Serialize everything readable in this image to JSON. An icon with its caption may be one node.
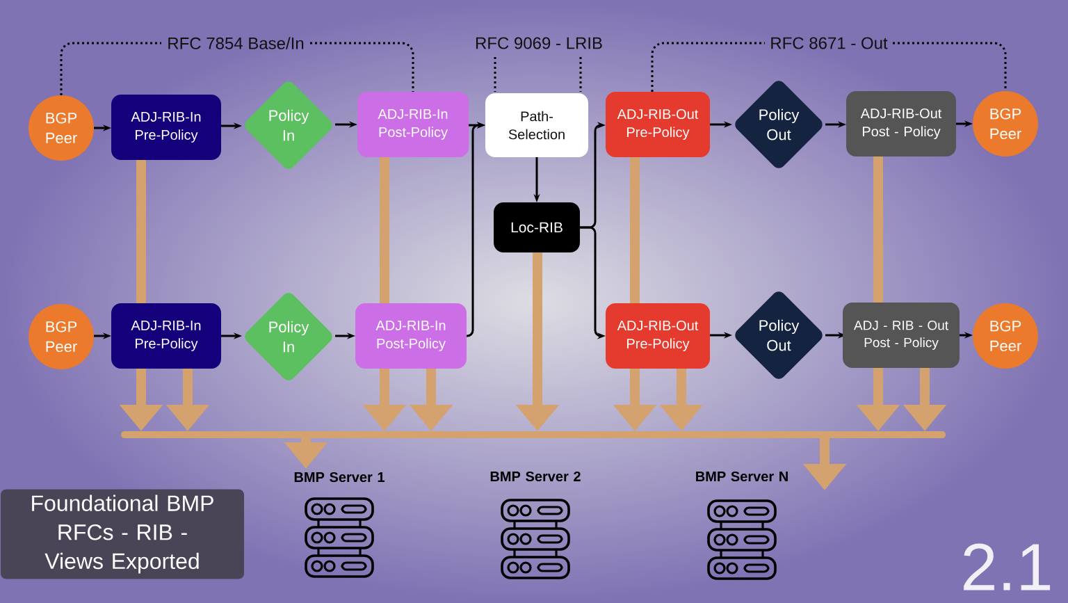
{
  "diagram": {
    "nodes": [
      {
        "text": [
          "BGP Peer"
        ]
      },
      {
        "text": [
          "ADJ-RIB-In Pre-Policy"
        ]
      },
      {
        "text": [
          "Policy In"
        ]
      },
      {
        "text": [
          "ADJ-RIB-In Post-Policy"
        ]
      },
      {
        "text": [
          "Path- Selection"
        ]
      },
      {
        "text": [
          "ADJ-RIB-Out Pre-Policy"
        ]
      },
      {
        "text": [
          "Policy Out"
        ]
      },
      {
        "text": [
          "ADJ-RIB-Out Post - Policy"
        ]
      },
      {
        "text": [
          "BGP Peer"
        ]
      },
      {
        "text": [
          "Loc-RIB"
        ]
      },
      {
        "text": [
          "BGP Peer"
        ]
      },
      {
        "text": [
          "ADJ-RIB-In Pre-Policy"
        ]
      },
      {
        "text": [
          "Policy In"
        ]
      },
      {
        "text": [
          "ADJ-RIB-In Post-Policy"
        ]
      },
      {
        "text": [
          "ADJ-RIB-Out Pre-Policy"
        ]
      },
      {
        "text": [
          "Policy Out"
        ]
      },
      {
        "text": [
          "ADJ - RIB - Out Post - Policy"
        ]
      },
      {
        "text": [
          "BGP Peer"
        ]
      },
      {
        "text": [],
        "shape": "bar"
      },
      {
        "text": [
          "BMP Server 1"
        ]
      },
      {
        "text": [
          "BMP Server 2"
        ]
      },
      {
        "text": [
          "BMP Server N"
        ]
      },
      {
        "text": [
          "Foundational BMP RFCs - RIB - Views Exported"
        ]
      }
    ],
    "edges": [
      {
        "from": 0,
        "to": 1,
        "arrow": "to"
      },
      {
        "from": 1,
        "to": 2,
        "arrow": "to"
      },
      {
        "from": 2,
        "to": 3,
        "arrow": "to"
      },
      {
        "from": 3,
        "to": 4,
        "arrow": "to"
      },
      {
        "from": 13,
        "to": 4,
        "arrow": "to"
      },
      {
        "from": 4,
        "to": 9,
        "arrow": "to"
      },
      {
        "from": 9,
        "to": 5,
        "arrow": "to"
      },
      {
        "from": 9,
        "to": 14,
        "arrow": "to"
      },
      {
        "from": 5,
        "to": 6,
        "arrow": "to"
      },
      {
        "from": 6,
        "to": 7,
        "arrow": "to"
      },
      {
        "from": 7,
        "to": 8,
        "arrow": "to"
      },
      {
        "from": 10,
        "to": 11,
        "arrow": "to"
      },
      {
        "from": 11,
        "to": 12,
        "arrow": "to"
      },
      {
        "from": 12,
        "to": 13,
        "arrow": "to"
      },
      {
        "from": 14,
        "to": 15,
        "arrow": "to"
      },
      {
        "from": 15,
        "to": 16,
        "arrow": "to"
      },
      {
        "from": 16,
        "to": 17,
        "arrow": "to"
      },
      {
        "from": 1,
        "to": 11,
        "arrow": "none",
        "style": "thick",
        "color": "#d4a26f"
      },
      {
        "from": 11,
        "to": 18,
        "arrow": "to",
        "style": "thick",
        "color": "#d4a26f"
      },
      {
        "from": 11,
        "to": 18,
        "arrow": "to",
        "style": "thick",
        "color": "#d4a26f"
      },
      {
        "from": 3,
        "to": 13,
        "arrow": "none",
        "style": "thick",
        "color": "#d4a26f"
      },
      {
        "from": 13,
        "to": 18,
        "arrow": "to",
        "style": "thick",
        "color": "#d4a26f"
      },
      {
        "from": 13,
        "to": 18,
        "arrow": "to",
        "style": "thick",
        "color": "#d4a26f"
      },
      {
        "from": 9,
        "to": 18,
        "arrow": "to",
        "style": "thick",
        "color": "#d4a26f"
      },
      {
        "from": 5,
        "to": 14,
        "arrow": "none",
        "style": "thick",
        "color": "#d4a26f"
      },
      {
        "from": 14,
        "to": 18,
        "arrow": "to",
        "style": "thick",
        "color": "#d4a26f"
      },
      {
        "from": 14,
        "to": 18,
        "arrow": "to",
        "style": "thick",
        "color": "#d4a26f"
      },
      {
        "from": 7,
        "to": 16,
        "arrow": "none",
        "style": "thick",
        "color": "#d4a26f"
      },
      {
        "from": 16,
        "to": 18,
        "arrow": "to",
        "style": "thick",
        "color": "#d4a26f"
      },
      {
        "from": 16,
        "to": 18,
        "arrow": "to",
        "style": "thick",
        "color": "#d4a26f"
      },
      {
        "from": 18,
        "to": 19,
        "arrow": "to",
        "style": "thick",
        "color": "#d4a26f"
      },
      {
        "from": 18,
        "to": 21,
        "arrow": "to",
        "style": "thick",
        "color": "#d4a26f"
      }
    ],
    "labels": [
      "RFC 7854 Base/In",
      "RFC 9069 - LRIB",
      "RFC 8671 - Out",
      "2.1"
    ]
  }
}
